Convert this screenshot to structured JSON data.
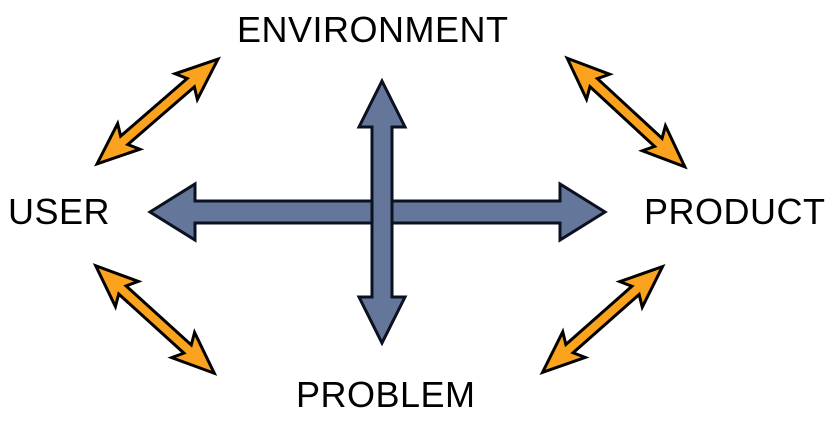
{
  "page": {
    "background": "#FFFFFF"
  },
  "diagram": {
    "labels": {
      "top": "ENVIRONMENT",
      "left": "USER",
      "right": "PRODUCT",
      "bottom": "PROBLEM"
    },
    "colors": {
      "text": "#000000",
      "cross_arrow_fill": "#64779B",
      "cross_arrow_outline": "#0B1120",
      "diagonal_arrow_fill": "#FBA21E",
      "diagonal_arrow_outline": "#000000"
    },
    "arrows": {
      "cross": [
        {
          "name": "horizontal-double-arrow",
          "connects": "USER ↔ PRODUCT"
        },
        {
          "name": "vertical-double-arrow",
          "connects": "ENVIRONMENT ↔ PROBLEM"
        }
      ],
      "diagonals": [
        {
          "name": "user-environment-double-arrow",
          "connects": "USER ↔ ENVIRONMENT"
        },
        {
          "name": "environment-product-double-arrow",
          "connects": "ENVIRONMENT ↔ PRODUCT"
        },
        {
          "name": "user-problem-double-arrow",
          "connects": "USER ↔ PROBLEM"
        },
        {
          "name": "problem-product-double-arrow",
          "connects": "PROBLEM ↔ PRODUCT"
        }
      ]
    }
  }
}
